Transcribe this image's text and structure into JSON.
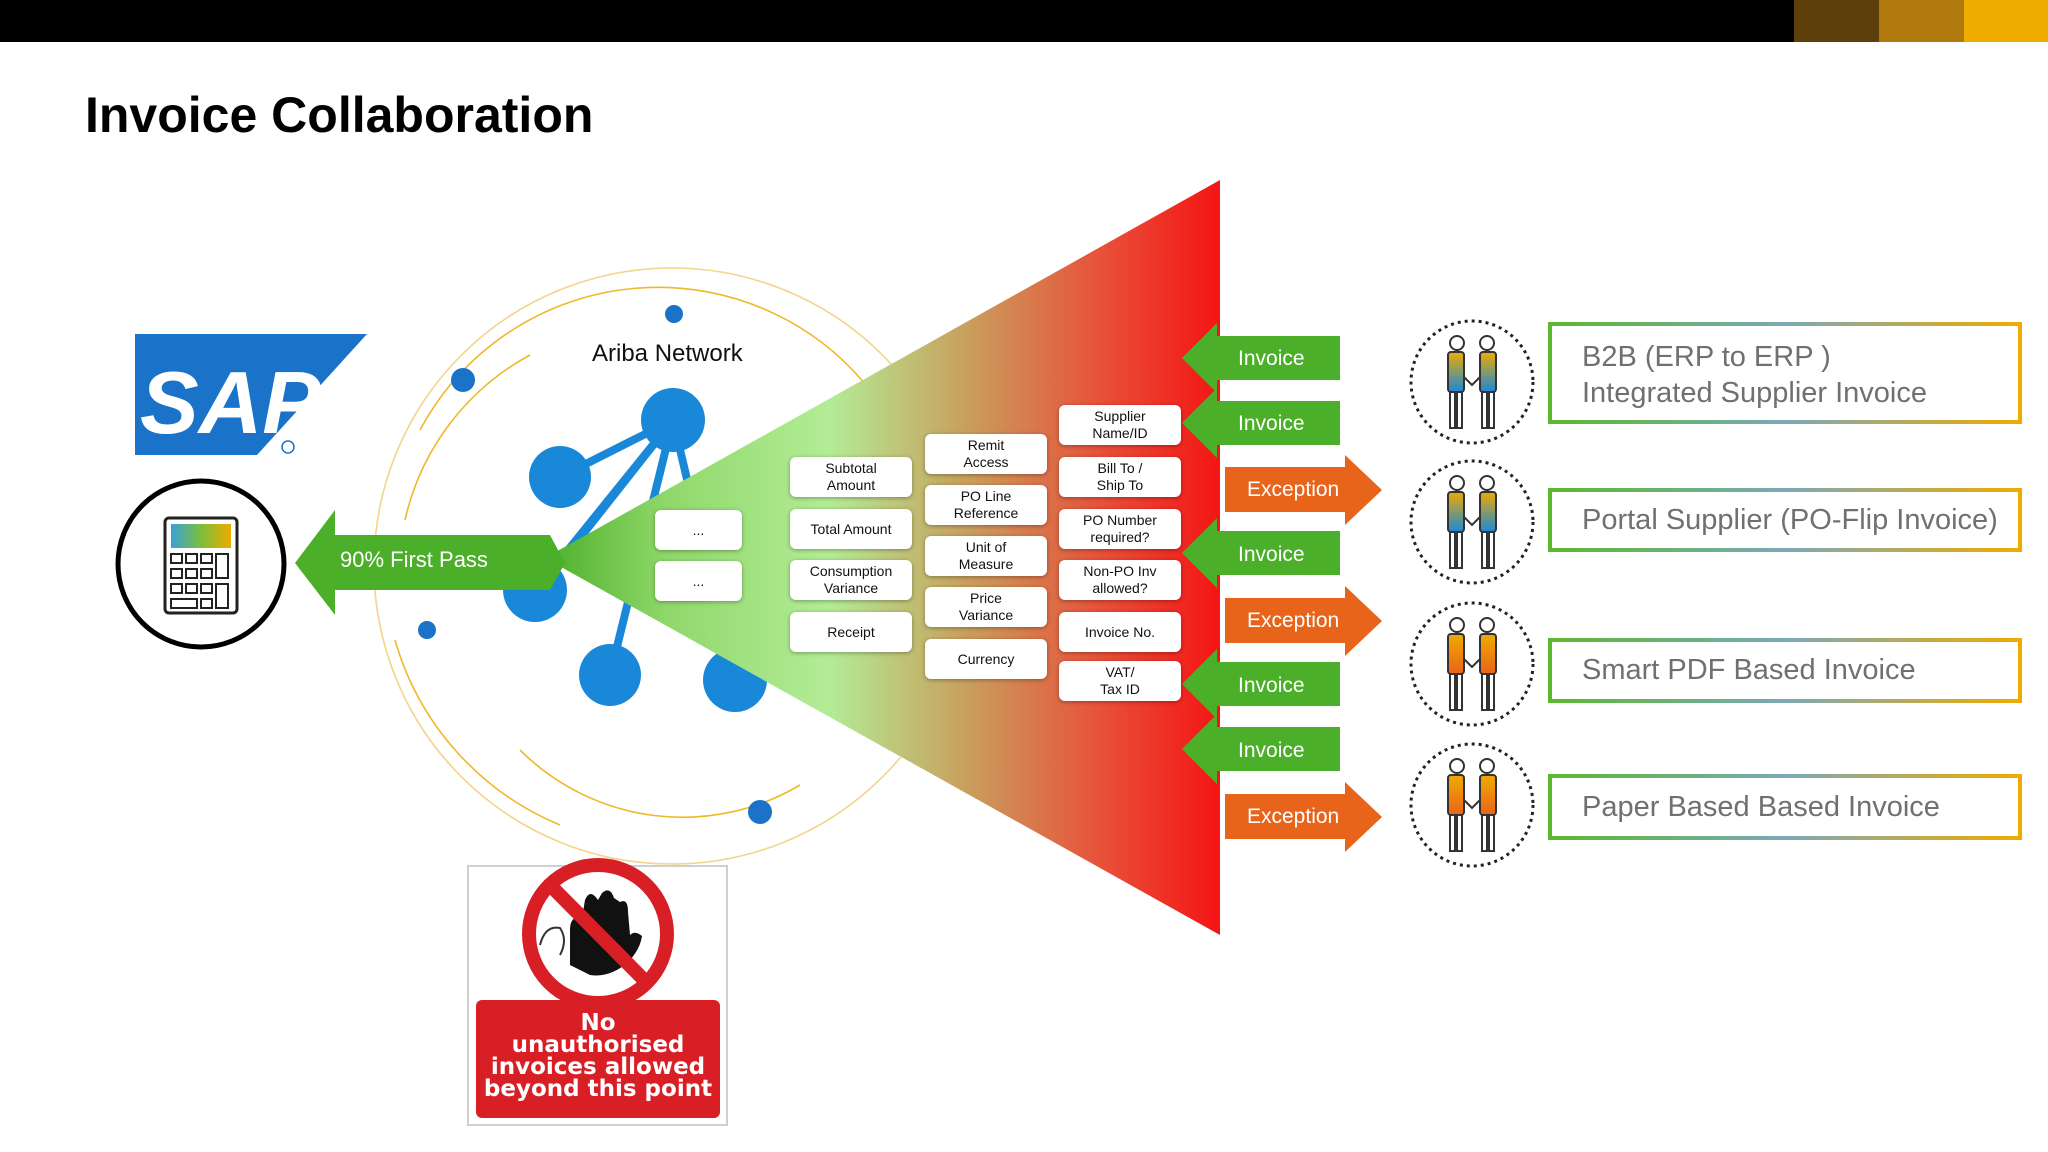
{
  "page_title": "Invoice Collaboration",
  "network_label": "Ariba Network",
  "first_pass_label": "90% First Pass",
  "sap_logo": "SAP",
  "sign_text": "No\nunauthorised\ninvoices  allowed\nbeyond this point",
  "colors": {
    "green": "#4caf2a",
    "orange": "#e8641a",
    "red": "#f01818",
    "sap_blue": "#1a73c9",
    "network_blue": "#1a88d8",
    "gold": "#f0ab00"
  },
  "check_columns": [
    {
      "items": [
        "...",
        "..."
      ]
    },
    {
      "items": [
        "Subtotal\nAmount",
        "Total Amount",
        "Consumption\nVariance",
        "Receipt"
      ]
    },
    {
      "items": [
        "Remit\nAccess",
        "PO Line\nReference",
        "Unit of\nMeasure",
        "Price\nVariance",
        "Currency"
      ]
    },
    {
      "items": [
        "Supplier\nName/ID",
        "Bill To /\nShip To",
        "PO Number\nrequired?",
        "Non-PO Inv\nallowed?",
        "Invoice No.",
        "VAT/\nTax ID"
      ]
    }
  ],
  "flow_tabs": [
    {
      "label": "Invoice",
      "kind": "invoice"
    },
    {
      "label": "Invoice",
      "kind": "invoice"
    },
    {
      "label": "Exception",
      "kind": "exception"
    },
    {
      "label": "Invoice",
      "kind": "invoice"
    },
    {
      "label": "Exception",
      "kind": "exception"
    },
    {
      "label": "Invoice",
      "kind": "invoice"
    },
    {
      "label": "Invoice",
      "kind": "invoice"
    },
    {
      "label": "Exception",
      "kind": "exception"
    }
  ],
  "invoice_types": [
    {
      "line1": "B2B (ERP to ERP )",
      "line2": "Integrated Supplier Invoice"
    },
    {
      "line1": "Portal Supplier (PO-Flip Invoice)",
      "line2": ""
    },
    {
      "line1": "Smart PDF Based Invoice",
      "line2": ""
    },
    {
      "line1": "Paper Based Based Invoice",
      "line2": ""
    }
  ],
  "icons": [
    "calculator-icon",
    "handshake-icon",
    "no-entry-hand-icon"
  ]
}
